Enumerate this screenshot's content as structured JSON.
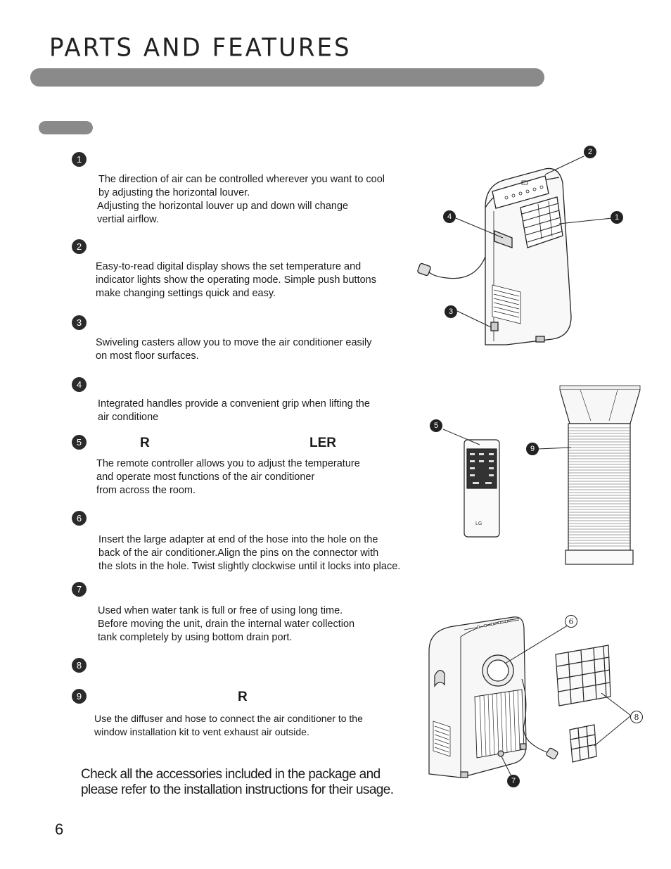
{
  "page": {
    "title": "PARTS AND FEATURES",
    "page_number": "6"
  },
  "sections": [
    {
      "number": "1",
      "heading": "",
      "lines": [
        "The direction of air can be controlled wherever you want to cool",
        "by adjusting the horizontal louver.",
        "Adjusting the horizontal louver up and down will change",
        "vertial airflow."
      ]
    },
    {
      "number": "2",
      "heading": "",
      "lines": [
        "Easy-to-read digital display shows the set temperature and",
        "indicator lights show the operating mode. Simple push buttons",
        "make changing settings quick and easy."
      ]
    },
    {
      "number": "3",
      "heading": "",
      "lines": [
        "Swiveling casters allow you to move the air conditioner easily",
        "on most floor surfaces."
      ]
    },
    {
      "number": "4",
      "heading": "",
      "lines": [
        "Integrated handles provide a convenient grip when lifting the",
        "air conditione"
      ]
    },
    {
      "number": "5",
      "heading_fragments": [
        "R",
        "LER"
      ],
      "lines": [
        "The remote controller allows you to adjust the temperature",
        "and operate most functions of the air conditioner",
        "from across the room."
      ]
    },
    {
      "number": "6",
      "heading": "",
      "lines": [
        "Insert the large adapter at end of the hose into the hole on the",
        "back of the air conditioner.Align the pins on the connector with",
        "the slots in the hole. Twist slightly clockwise until it locks into place."
      ]
    },
    {
      "number": "7",
      "heading": "",
      "lines": [
        "Used when water tank is full or free of using long time.",
        "Before moving the unit, drain the internal water collection",
        "tank completely by using bottom drain port."
      ]
    },
    {
      "number": "8",
      "heading": "",
      "lines": []
    },
    {
      "number": "9",
      "heading_fragments": [
        "R"
      ],
      "lines": [
        "Use the diffuser and hose to connect the air conditioner to the",
        "window installation kit to vent exhaust air outside."
      ]
    }
  ],
  "note_lines": [
    "Check all the accessories included in the package and",
    "please refer to the installation instructions for their usage."
  ],
  "figures": {
    "unit_front": {
      "callouts": [
        "2",
        "4",
        "1",
        "3"
      ]
    },
    "remote_and_hose": {
      "callouts": [
        "5",
        "9"
      ],
      "remote_brand": "LG"
    },
    "unit_back": {
      "callouts": [
        "6",
        "8",
        "7"
      ]
    }
  }
}
